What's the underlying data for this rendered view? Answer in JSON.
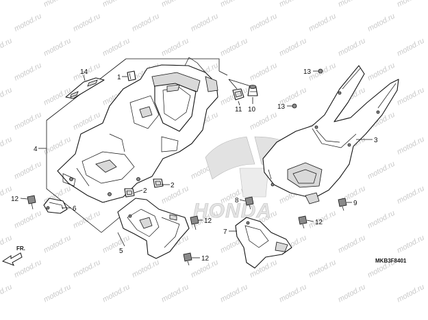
{
  "diagram": {
    "part_code": "MKB3F8401",
    "direction_label": "FR.",
    "watermark": "motod.ru",
    "brand_logo_text": "HONDA",
    "callouts": [
      {
        "id": "c14",
        "label": "14"
      },
      {
        "id": "c1",
        "label": "1"
      },
      {
        "id": "c11",
        "label": "11"
      },
      {
        "id": "c10",
        "label": "10"
      },
      {
        "id": "c4",
        "label": "4"
      },
      {
        "id": "c2a",
        "label": "2"
      },
      {
        "id": "c2b",
        "label": "2"
      },
      {
        "id": "c12a",
        "label": "12"
      },
      {
        "id": "c6",
        "label": "6"
      },
      {
        "id": "c5",
        "label": "5"
      },
      {
        "id": "c12b",
        "label": "12"
      },
      {
        "id": "c12c",
        "label": "12"
      },
      {
        "id": "c13a",
        "label": "13"
      },
      {
        "id": "c13b",
        "label": "13"
      },
      {
        "id": "c3",
        "label": "3"
      },
      {
        "id": "c8",
        "label": "8"
      },
      {
        "id": "c9",
        "label": "9"
      },
      {
        "id": "c12d",
        "label": "12"
      },
      {
        "id": "c7",
        "label": "7"
      }
    ]
  }
}
